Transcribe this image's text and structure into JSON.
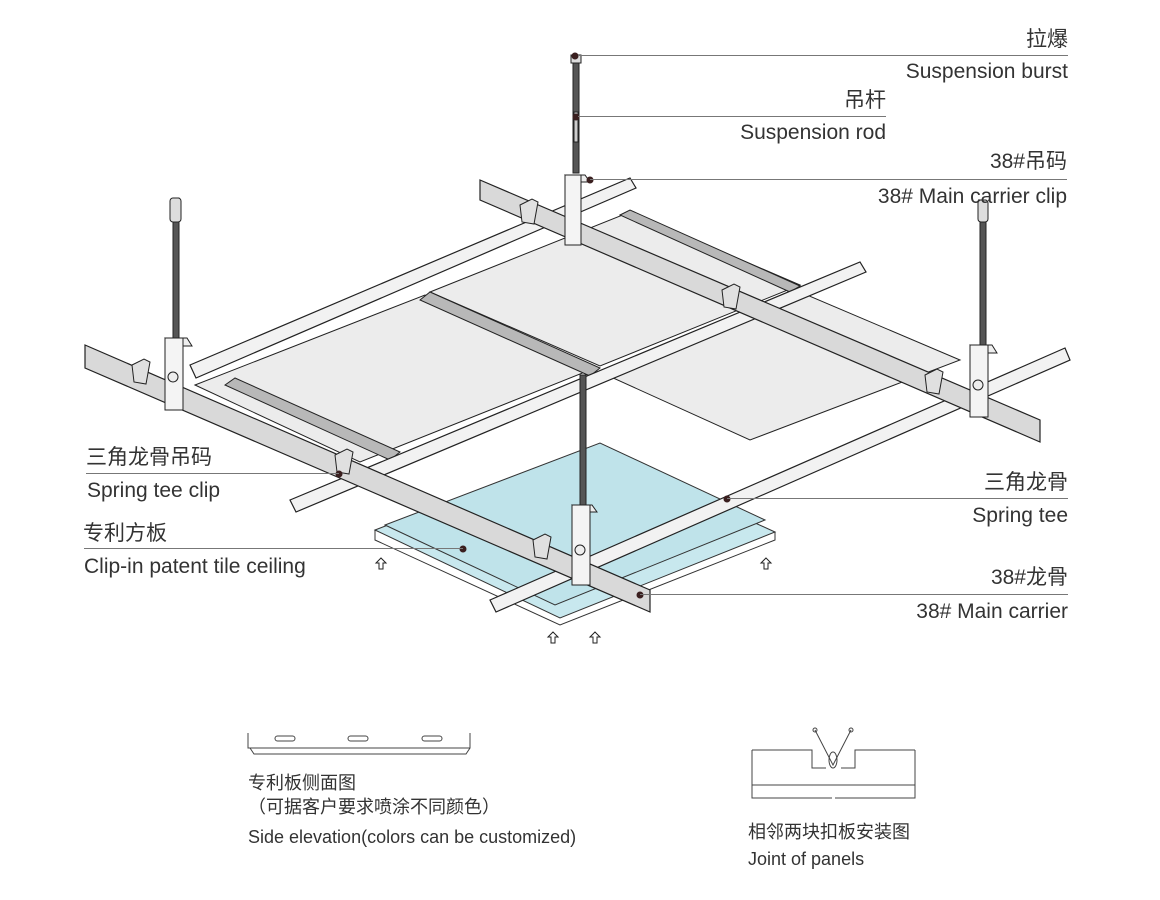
{
  "title": "Clip-in patent tile ceiling installation diagram",
  "labels": {
    "suspension_burst": {
      "cn": "拉爆",
      "en": "Suspension burst"
    },
    "suspension_rod": {
      "cn": "吊杆",
      "en": "Suspension rod"
    },
    "main_carrier_clip": {
      "cn": "38#吊码",
      "en": "38# Main carrier clip"
    },
    "spring_tee_clip": {
      "cn": "三角龙骨吊码",
      "en": "Spring tee clip"
    },
    "patent_tile": {
      "cn": "专利方板",
      "en": "Clip-in patent tile ceiling"
    },
    "spring_tee": {
      "cn": "三角龙骨",
      "en": "Spring tee"
    },
    "main_carrier": {
      "cn": "38#龙骨",
      "en": "38# Main carrier"
    }
  },
  "details": {
    "side_elevation": {
      "cn_title": "专利板侧面图",
      "cn_note": "（可据客户要求喷涂不同颜色）",
      "en": "Side elevation(colors can be customized)"
    },
    "joint": {
      "cn": "相邻两块扣板安装图",
      "en": "Joint of panels"
    }
  },
  "colors": {
    "tile": "#c8e8ee",
    "metal": "#e6e6e6",
    "metal_dark": "#bdbdbd",
    "line": "#222222",
    "leader": "#777777",
    "dot": "#3a1f1f"
  }
}
